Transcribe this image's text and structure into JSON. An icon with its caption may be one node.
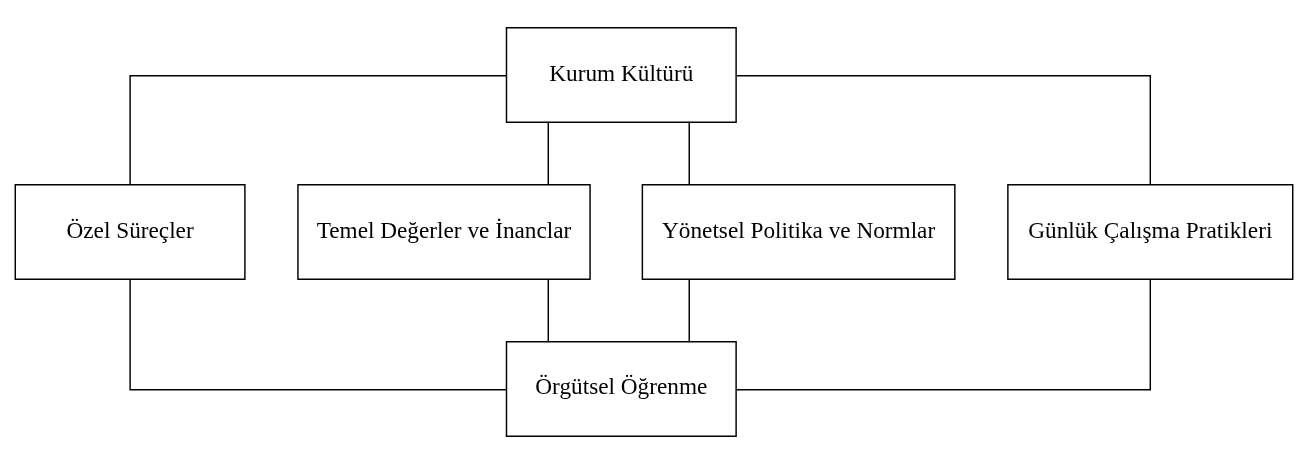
{
  "diagram": {
    "nodes": [
      {
        "text": [
          "Kurum Kültürü"
        ]
      },
      {
        "text": [
          "Özel Süreçler"
        ]
      },
      {
        "text": [
          "Temel Değerler ve İnanclar"
        ]
      },
      {
        "text": [
          "Yönetsel Politika ve Normlar"
        ]
      },
      {
        "text": [
          "Günlük Çalışma Pratikleri"
        ]
      },
      {
        "text": [
          "Örgütsel Öğrenme"
        ]
      }
    ],
    "edges": [
      {
        "from": 0,
        "to": 1,
        "arrow": "none"
      },
      {
        "from": 0,
        "to": 2,
        "arrow": "none"
      },
      {
        "from": 0,
        "to": 3,
        "arrow": "none"
      },
      {
        "from": 0,
        "to": 4,
        "arrow": "none"
      },
      {
        "from": 1,
        "to": 5,
        "arrow": "none"
      },
      {
        "from": 2,
        "to": 5,
        "arrow": "none"
      },
      {
        "from": 3,
        "to": 5,
        "arrow": "none"
      },
      {
        "from": 4,
        "to": 5,
        "arrow": "none"
      }
    ]
  }
}
